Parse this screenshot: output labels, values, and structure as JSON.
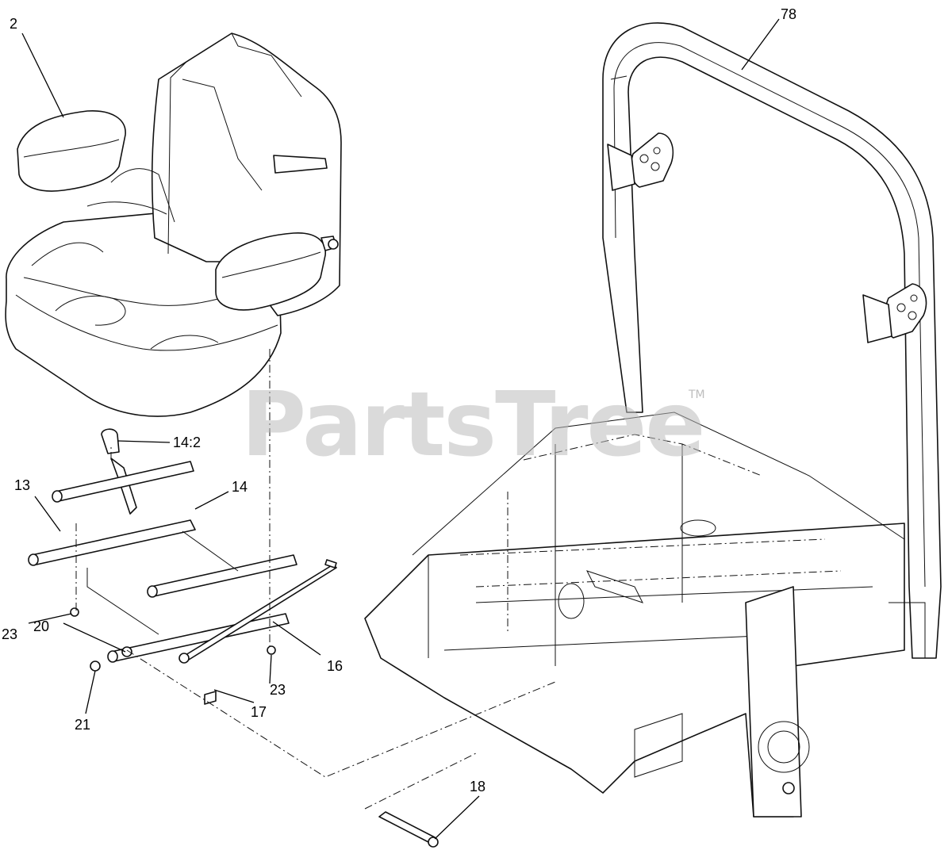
{
  "watermark": {
    "text": "PartsTree",
    "trademark": "TM"
  },
  "callouts": [
    {
      "id": "2",
      "label": "2"
    },
    {
      "id": "78",
      "label": "78"
    },
    {
      "id": "14-2",
      "label": "14:2"
    },
    {
      "id": "13",
      "label": "13"
    },
    {
      "id": "14",
      "label": "14"
    },
    {
      "id": "23a",
      "label": "23"
    },
    {
      "id": "20",
      "label": "20"
    },
    {
      "id": "16",
      "label": "16"
    },
    {
      "id": "23b",
      "label": "23"
    },
    {
      "id": "17",
      "label": "17"
    },
    {
      "id": "21",
      "label": "21"
    },
    {
      "id": "18",
      "label": "18"
    }
  ]
}
